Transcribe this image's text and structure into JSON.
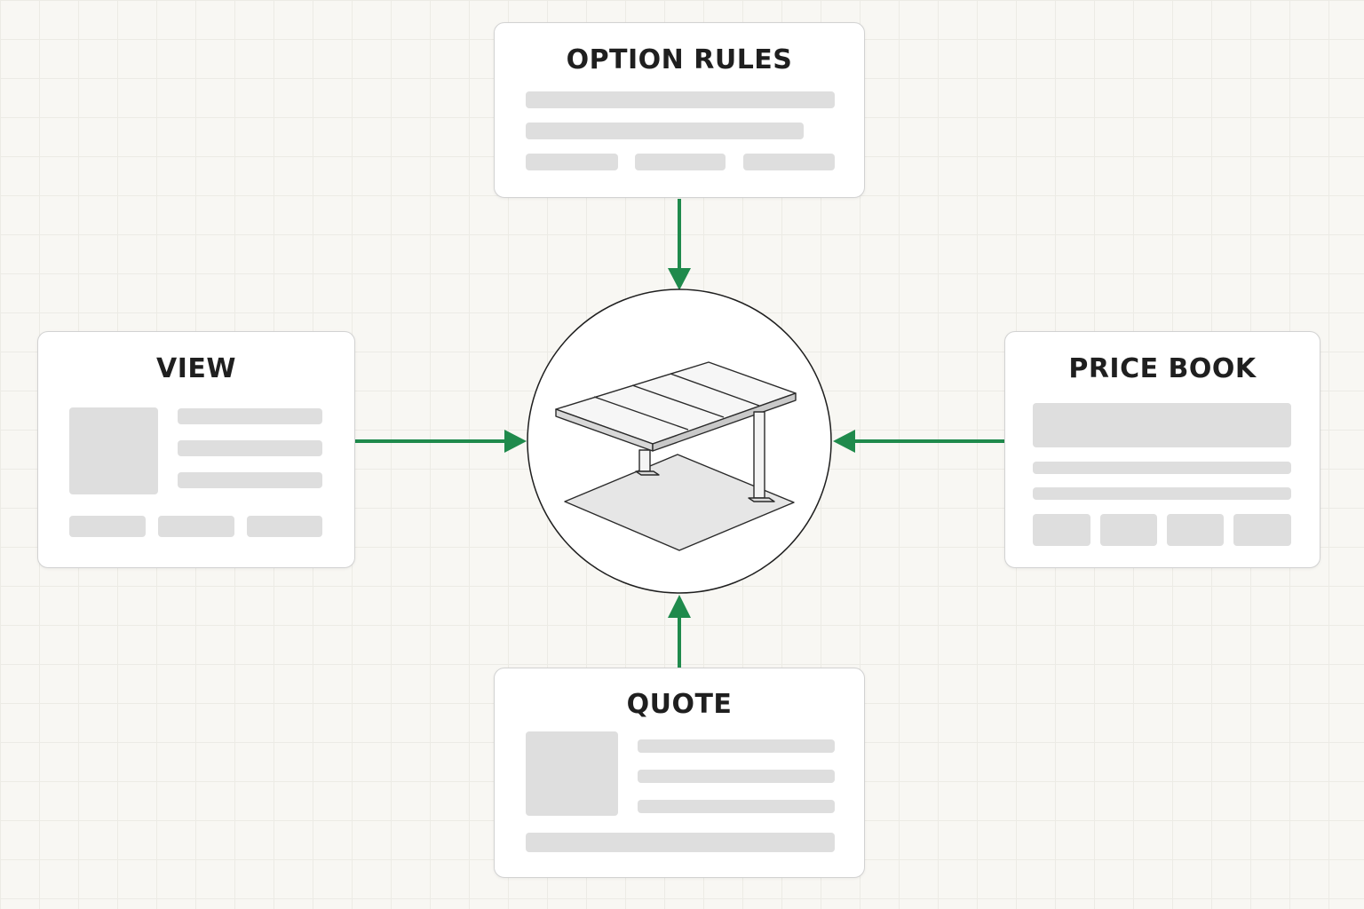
{
  "diagram": {
    "center_icon": "carport-icon",
    "accent_color": "#1f8a4c",
    "nodes": {
      "option_rules": {
        "title": "OPTION RULES"
      },
      "view": {
        "title": "VIEW"
      },
      "price_book": {
        "title": "PRICE BOOK"
      },
      "quote": {
        "title": "QUOTE"
      }
    }
  }
}
